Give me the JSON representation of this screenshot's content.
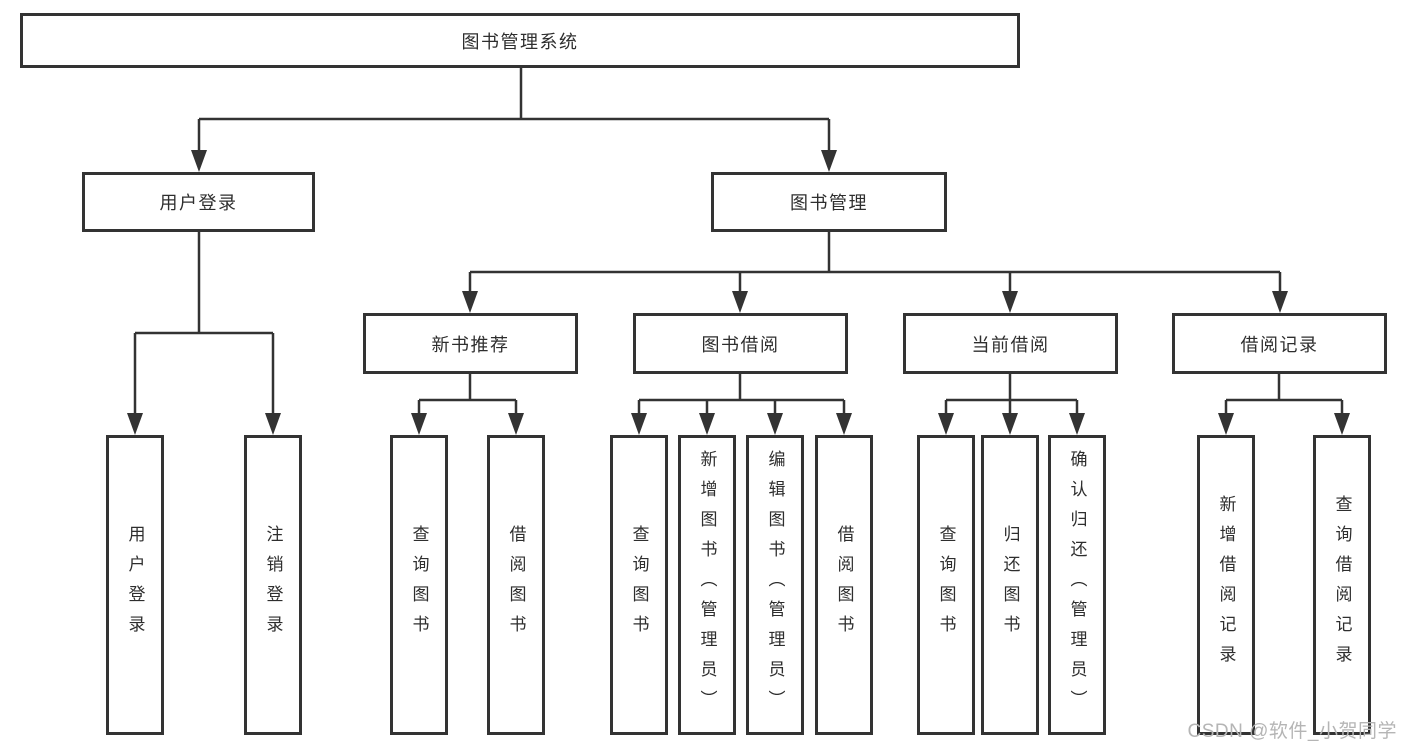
{
  "nodes": {
    "root": "图书管理系统",
    "l2": [
      "用户登录",
      "图书管理"
    ],
    "l3": [
      "新书推荐",
      "图书借阅",
      "当前借阅",
      "借阅记录"
    ],
    "leaves": [
      "用户登录",
      "注销登录",
      "查询图书",
      "借阅图书",
      "查询图书",
      "新增图书（管理员）",
      "编辑图书（管理员）",
      "借阅图书",
      "查询图书",
      "归还图书",
      "确认归还（管理员）",
      "新增借阅记录",
      "查询借阅记录"
    ]
  },
  "watermark": "CSDN @软件_小贺同学",
  "colors": {
    "line": "#333333",
    "box_border": "#333333",
    "box_fill": "#ffffff",
    "text": "#2e2e2e",
    "watermark": "#b5b5b5"
  }
}
